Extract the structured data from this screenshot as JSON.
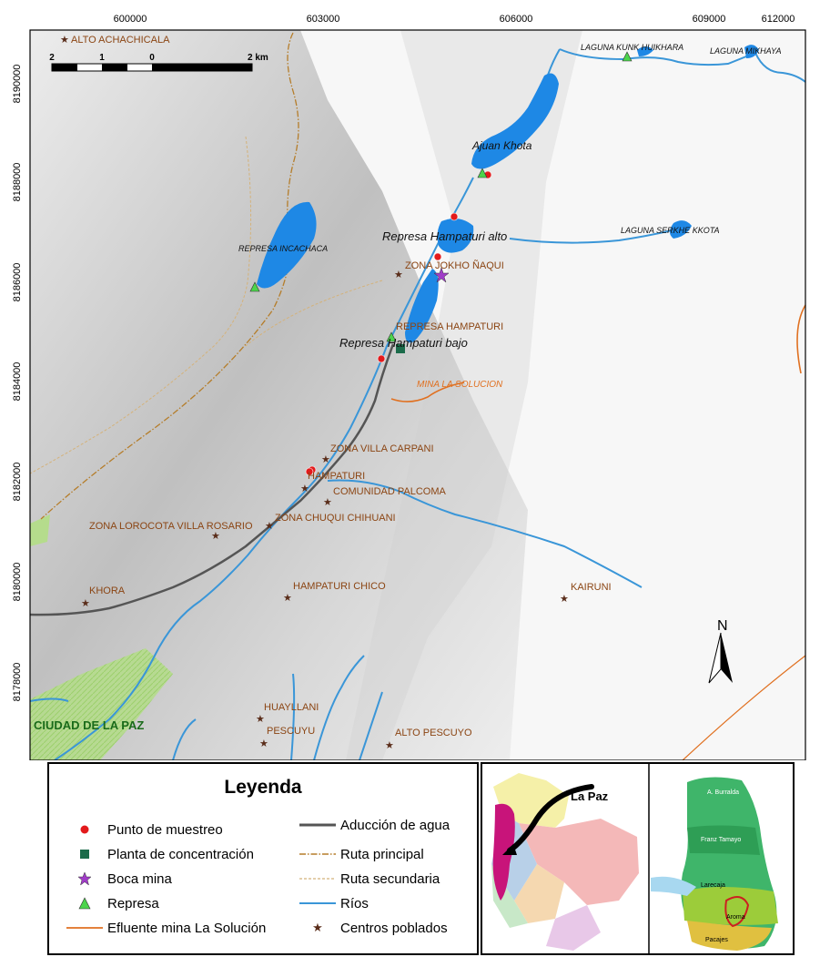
{
  "map": {
    "x_ticks": [
      "600000",
      "603000",
      "606000",
      "609000",
      "612000"
    ],
    "y_ticks": [
      "8190000",
      "8188000",
      "8186000",
      "8184000",
      "8182000",
      "8180000",
      "8178000"
    ],
    "scale_bar": {
      "labels": [
        "2",
        "1",
        "0",
        "2 km"
      ]
    },
    "north_label": "N",
    "lakes": [
      "Ajuan Khota",
      "Represa Hampaturi alto",
      "Represa Hampaturi bajo",
      "LAGUNA KUNK HUIKHARA",
      "LAGUNA MIKHAYA",
      "LAGUNA SERKHE KKOTA",
      "REPRESA INCACHACA",
      "MINA LA SOLUCION"
    ],
    "places": [
      "ALTO ACHACHICALA",
      "ZONA JOKHO ÑAQUI",
      "REPRESA HAMPATURI",
      "ZONA VILLA CARPANI",
      "HAMPATURI",
      "COMUNIDAD PALCOMA",
      "ZONA CHUQUI CHIHUANI",
      "ZONA LOROCOTA VILLA ROSARIO",
      "KHORA",
      "HAMPATURI CHICO",
      "KAIRUNI",
      "HUAYLLANI",
      "PESCUYU",
      "ALTO PESCUYO"
    ],
    "city": "CIUDAD DE LA PAZ",
    "colors": {
      "river": "#3a96d8",
      "lake": "#1e88e5",
      "effluent": "#e07020",
      "pipe": "#666666",
      "place_text": "#8b4513",
      "sample_point": "#e31a1c",
      "plant": "#1b6b4a",
      "mine": "#a03cc8",
      "dam": "#4cd44c",
      "town": "#5a2d1a",
      "city_area": "#b5dc8c"
    }
  },
  "legend": {
    "title": "Leyenda",
    "items": [
      "Punto de muestreo",
      "Planta de concentración",
      "Boca mina",
      "Represa",
      "Efluente mina La Solución",
      "Aducción de agua",
      "Ruta principal",
      "Ruta secundaria",
      "Ríos",
      "Centros poblados"
    ]
  },
  "inset": {
    "label": "La Paz",
    "municipalities": [
      "A. Burralda",
      "Franz Tamayo",
      "Larecaja",
      "Aroma",
      "Pacajes"
    ]
  }
}
